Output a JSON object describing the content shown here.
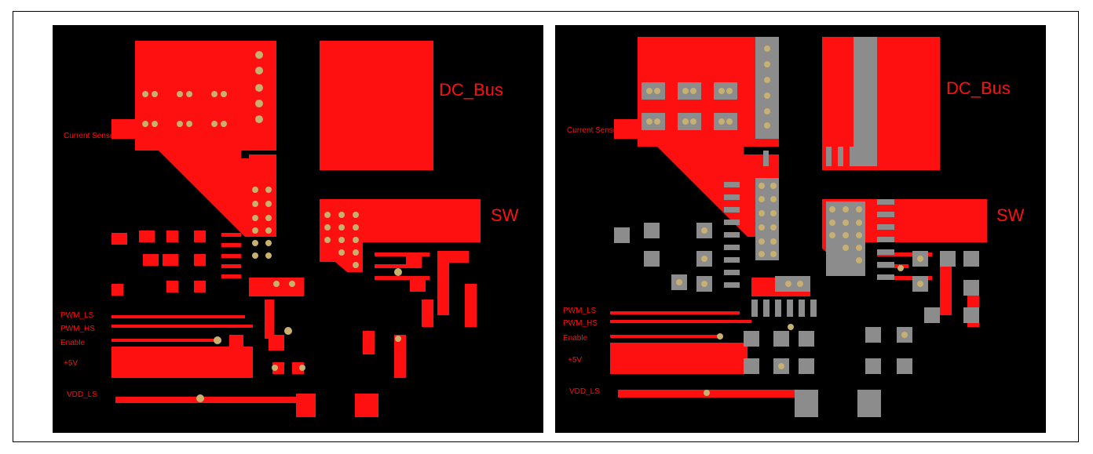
{
  "colors": {
    "background": "#000000",
    "copper": "#ff1010",
    "pad_gray": "#8c8c8c",
    "via_gold": "#c8b070",
    "page": "#ffffff"
  },
  "panels": [
    {
      "id": "left",
      "labels": {
        "dc_bus": "DC_Bus",
        "sw": "SW",
        "current_sense": "Current Sense",
        "pwm_ls": "PWM_LS",
        "pwm_hs": "PWM_HS",
        "enable": "Enable",
        "v5": "+5V",
        "vdd_ls": "VDD_LS"
      }
    },
    {
      "id": "right",
      "labels": {
        "dc_bus": "DC_Bus",
        "sw": "SW",
        "current_sense": "Current Sense",
        "pwm_ls": "PWM_LS",
        "pwm_hs": "PWM_HS",
        "enable": "Enable",
        "v5": "+5V",
        "vdd_ls": "VDD_LS"
      }
    }
  ]
}
